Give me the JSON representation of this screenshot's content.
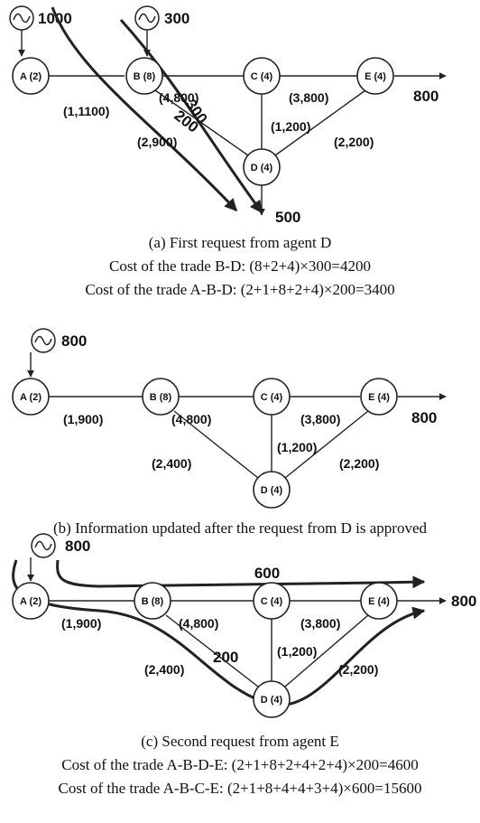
{
  "diagram_a": {
    "nodes": {
      "A": "A (2)",
      "B": "B (8)",
      "C": "C (4)",
      "D": "D (4)",
      "E": "E (4)"
    },
    "edges": {
      "AB": "(1,1100)",
      "BC": "(4,800)",
      "CE": "(3,800)",
      "CD": "(1,200)",
      "BD": "(2,900)",
      "ED": "(2,200)"
    },
    "sources": {
      "A": "1000",
      "B": "300"
    },
    "sinks": {
      "E": "800",
      "D": "500"
    },
    "flows": {
      "f1": "200",
      "f2": "300"
    },
    "caption": {
      "title": "(a) First request from agent D",
      "line1": "Cost of the trade B-D: (8+2+4)×300=4200",
      "line2": "Cost of the trade A-B-D: (2+1+8+2+4)×200=3400"
    }
  },
  "diagram_b": {
    "nodes": {
      "A": "A (2)",
      "B": "B (8)",
      "C": "C (4)",
      "D": "D (4)",
      "E": "E (4)"
    },
    "edges": {
      "AB": "(1,900)",
      "BC": "(4,800)",
      "CE": "(3,800)",
      "CD": "(1,200)",
      "BD": "(2,400)",
      "ED": "(2,200)"
    },
    "sources": {
      "A": "800"
    },
    "sinks": {
      "E": "800"
    },
    "caption": {
      "title": "(b) Information updated after the request from D is approved"
    }
  },
  "diagram_c": {
    "nodes": {
      "A": "A (2)",
      "B": "B (8)",
      "C": "C (4)",
      "D": "D (4)",
      "E": "E (4)"
    },
    "edges": {
      "AB": "(1,900)",
      "BC": "(4,800)",
      "CE": "(3,800)",
      "CD": "(1,200)",
      "BD": "(2,400)",
      "ED": "(2,200)"
    },
    "sources": {
      "A": "800"
    },
    "sinks": {
      "E": "800"
    },
    "flows": {
      "f1": "600",
      "f2": "200"
    },
    "caption": {
      "title": "(c) Second request from agent E",
      "line1": "Cost of the trade A-B-D-E: (2+1+8+2+4+2+4)×200=4600",
      "line2": "Cost of the trade A-B-C-E: (2+1+8+4+4+3+4)×600=15600"
    }
  }
}
